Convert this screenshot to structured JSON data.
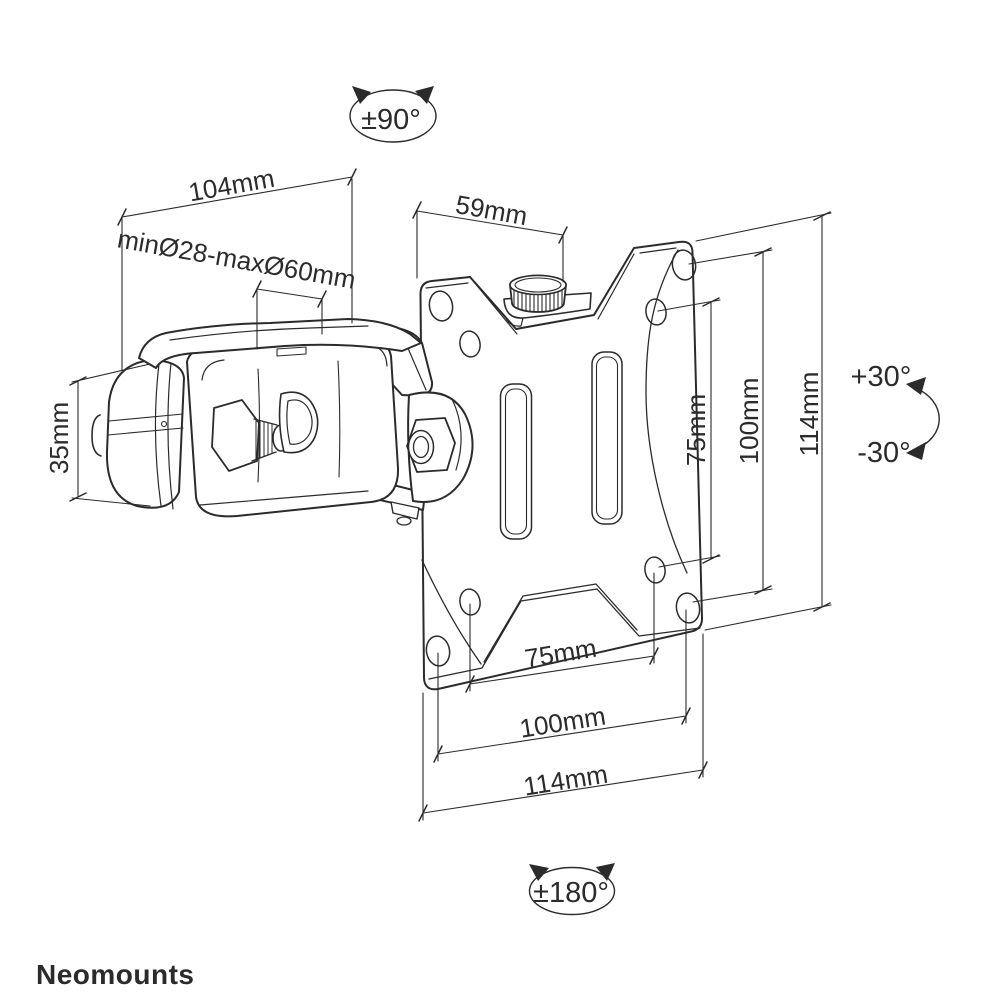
{
  "drawing": {
    "type": "technical line drawing",
    "subject": "pole-clamp monitor mount with VESA plate",
    "line_color": "#2b2b2b",
    "background": "#ffffff"
  },
  "labels": {
    "swivel_range": "±90°",
    "rotation_range": "±180°",
    "tilt_up": "+30°",
    "tilt_down": "-30°",
    "clamp_length": "104mm",
    "pole_capacity": "minØ28-maxØ60mm",
    "clamp_height": "35mm",
    "hook_width": "59mm",
    "vesa_vertical": {
      "d75": "75mm",
      "d100": "100mm",
      "d114": "114mm"
    },
    "vesa_horizontal": {
      "d75": "75mm",
      "d100": "100mm",
      "d114": "114mm"
    }
  },
  "logo": {
    "text": "Neomounts",
    "color": "#8d8d8d"
  }
}
